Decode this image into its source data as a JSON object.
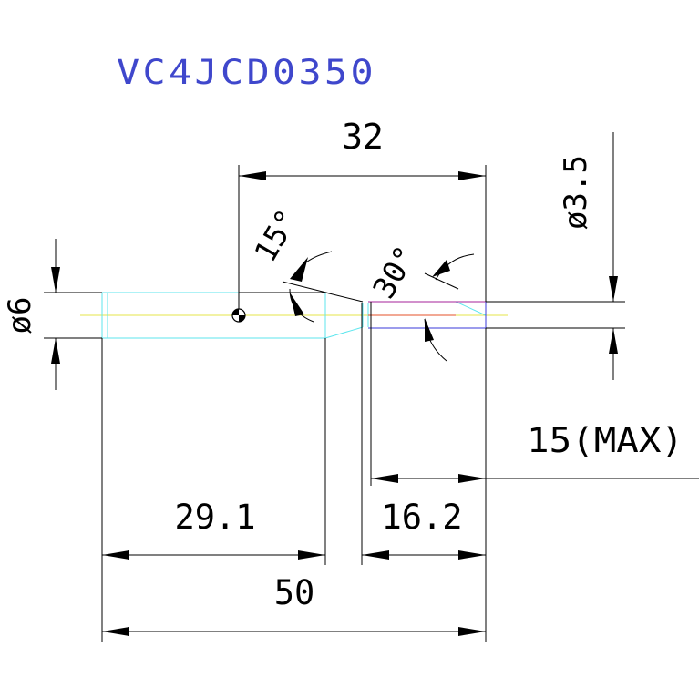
{
  "part_number": "VC4JCD0350",
  "dimensions": {
    "overall_length": "50",
    "body_length": "29.1",
    "tip_length": "16.2",
    "shank_to_tip": "32",
    "max_depth": "15(MAX)",
    "shank_diameter": "ø6",
    "tip_diameter": "ø3.5",
    "taper_angle": "15°",
    "point_angle": "30°"
  },
  "colors": {
    "title": "#3f47cc",
    "dimension": "#000000",
    "body_outline": "#5ee6ee",
    "centerline": "#e5e54a",
    "tip_outline": "#3a3ad8",
    "tip_top": "#a6229a",
    "tip_center": "#e5522a"
  }
}
